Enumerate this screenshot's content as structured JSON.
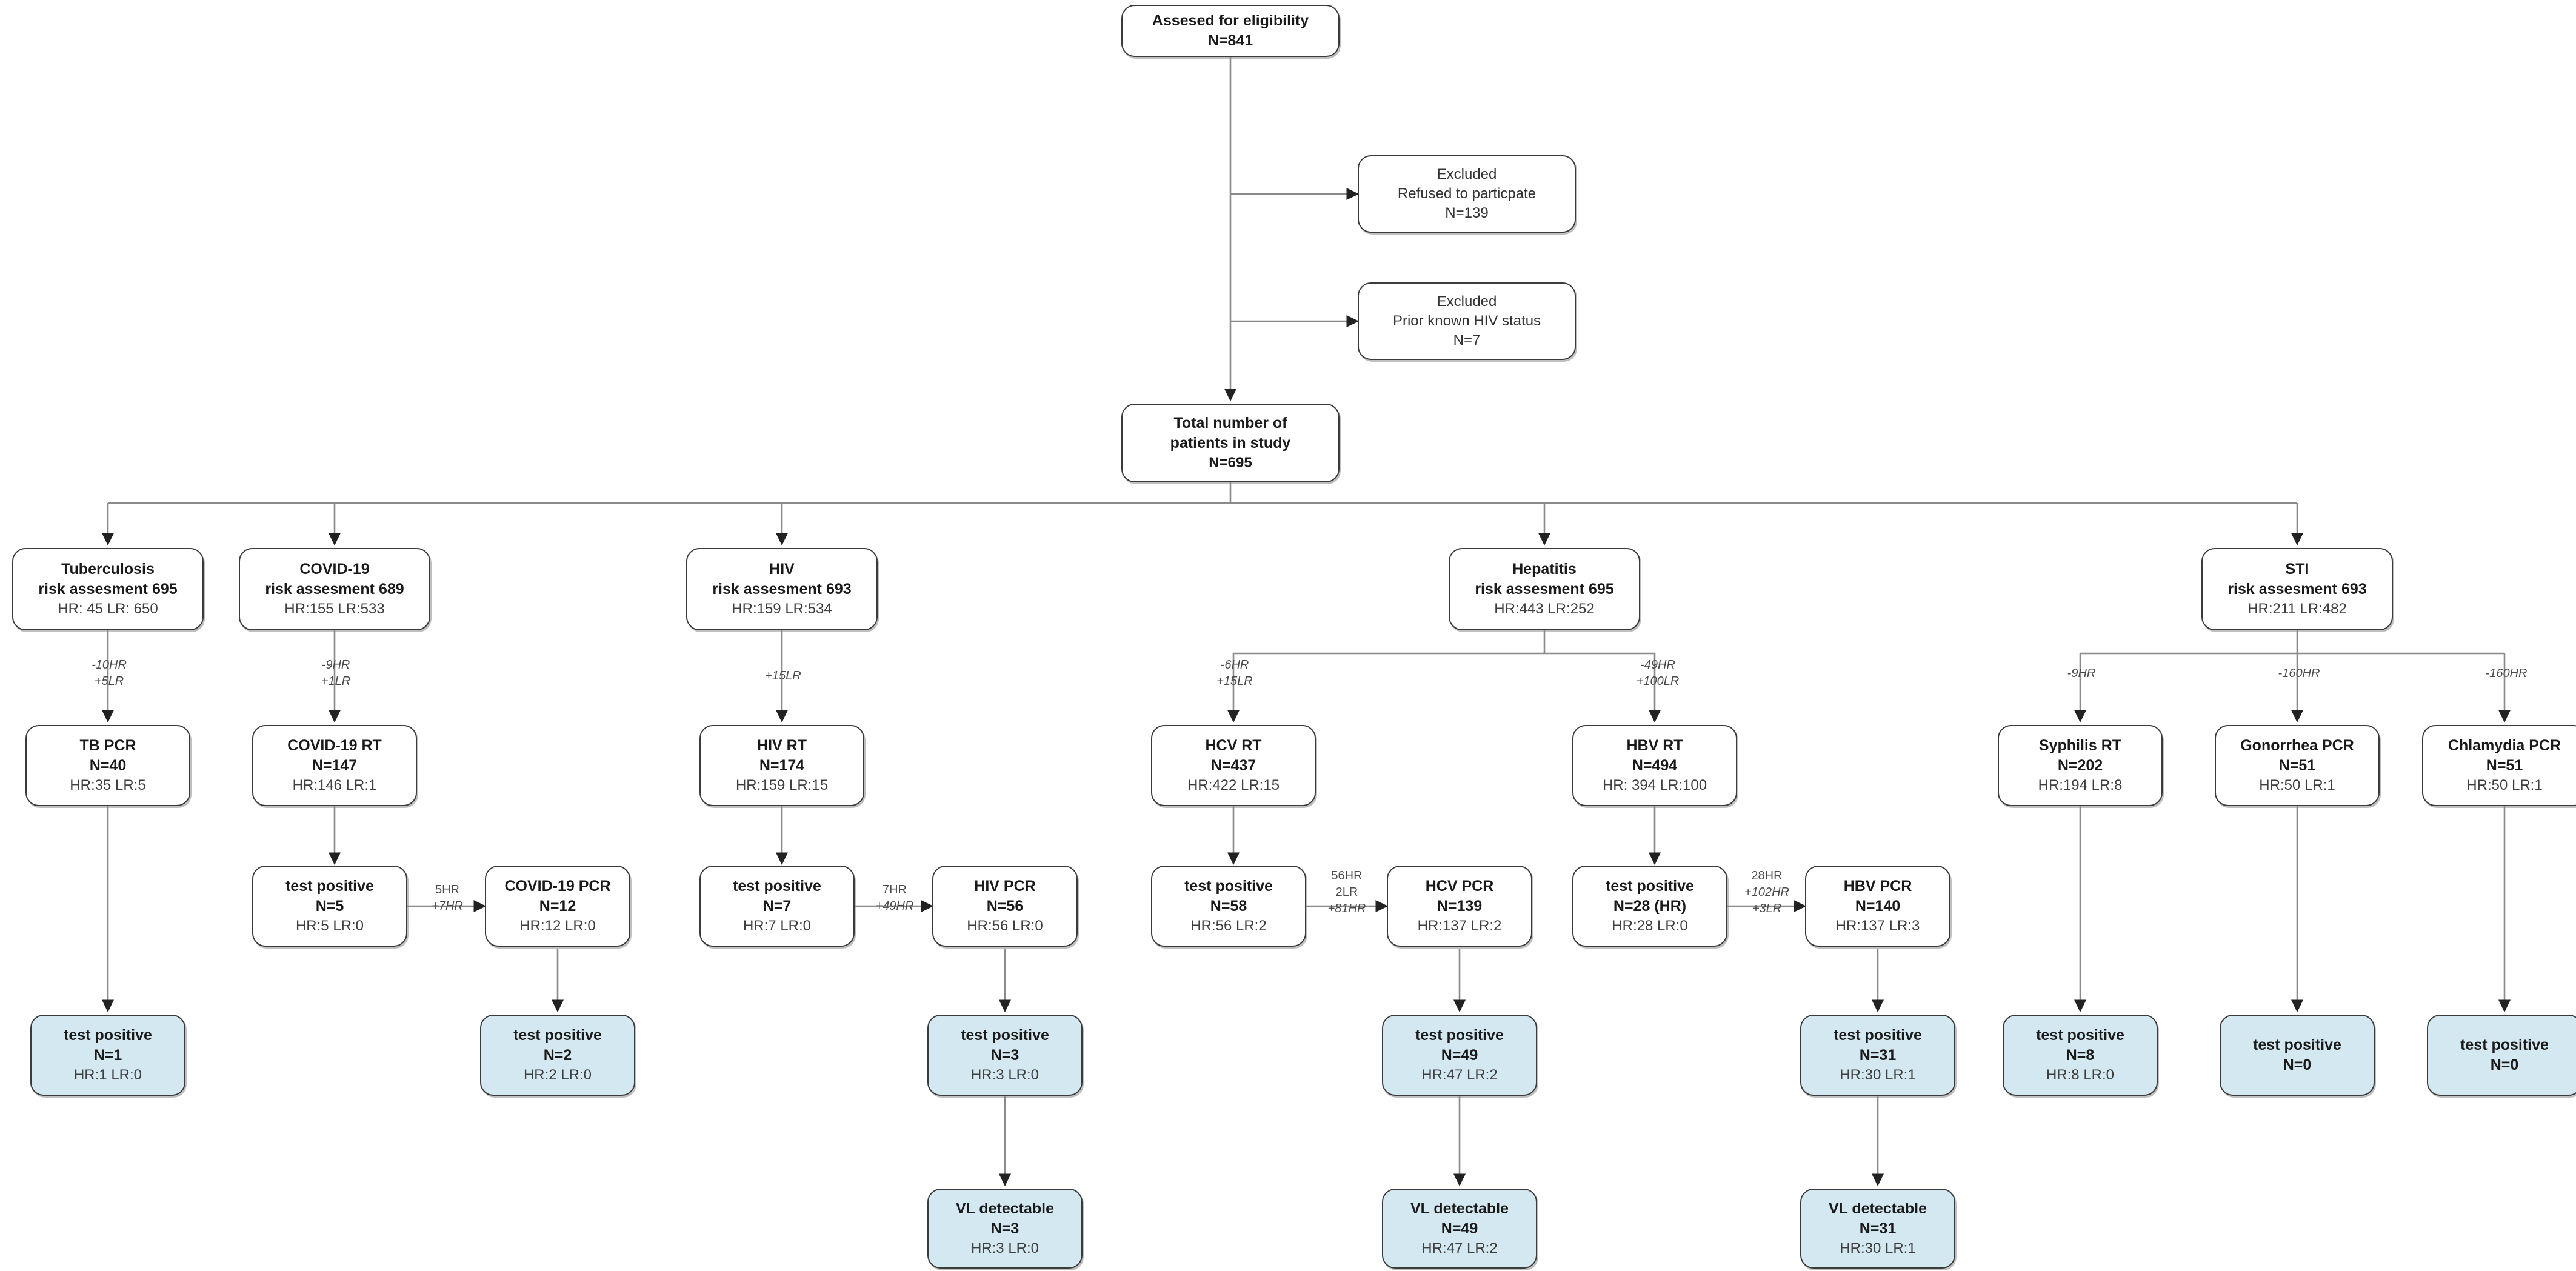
{
  "diagram": {
    "title": "Study flow diagram: infectious disease screening cascade",
    "colors": {
      "outcome_fill": "#d3e8f0",
      "node_border": "#3b3b3b",
      "edge": "#7a7a7a",
      "text": "#1a1a1a"
    },
    "nodes": {
      "assessed": {
        "l1": "Assesed for eligibility",
        "l2": "N=841",
        "l3": ""
      },
      "excluded_refused": {
        "l1": "Excluded",
        "l2": "Refused to particpate",
        "l3": "N=139"
      },
      "excluded_prior": {
        "l1": "Excluded",
        "l2": "Prior known HIV status",
        "l3": "N=7"
      },
      "total": {
        "l1": "Total number of",
        "l2": "patients in study",
        "l3": "N=695"
      },
      "tb_risk": {
        "l1": "Tuberculosis",
        "l2": "risk assesment 695",
        "l3": "HR: 45 LR: 650"
      },
      "covid_risk": {
        "l1": "COVID-19",
        "l2": "risk assesment 689",
        "l3": "HR:155 LR:533"
      },
      "hiv_risk": {
        "l1": "HIV",
        "l2": "risk assesment 693",
        "l3": "HR:159 LR:534"
      },
      "hep_risk": {
        "l1": "Hepatitis",
        "l2": "risk assesment 695",
        "l3": "HR:443 LR:252"
      },
      "sti_risk": {
        "l1": "STI",
        "l2": "risk assesment 693",
        "l3": "HR:211 LR:482"
      },
      "tb_pcr": {
        "l1": "TB PCR",
        "l2": "N=40",
        "l3": "HR:35 LR:5"
      },
      "covid_rt": {
        "l1": "COVID-19 RT",
        "l2": "N=147",
        "l3": "HR:146 LR:1"
      },
      "hiv_rt": {
        "l1": "HIV RT",
        "l2": "N=174",
        "l3": "HR:159 LR:15"
      },
      "hcv_rt": {
        "l1": "HCV RT",
        "l2": "N=437",
        "l3": "HR:422 LR:15"
      },
      "hbv_rt": {
        "l1": "HBV RT",
        "l2": "N=494",
        "l3": "HR: 394 LR:100"
      },
      "syphilis_rt": {
        "l1": "Syphilis RT",
        "l2": "N=202",
        "l3": "HR:194 LR:8"
      },
      "gonorrhea_pcr": {
        "l1": "Gonorrhea PCR",
        "l2": "N=51",
        "l3": "HR:50 LR:1"
      },
      "chlamydia_pcr": {
        "l1": "Chlamydia PCR",
        "l2": "N=51",
        "l3": "HR:50 LR:1"
      },
      "covid_tp": {
        "l1": "test positive",
        "l2": "N=5",
        "l3": "HR:5 LR:0"
      },
      "covid_pcr": {
        "l1": "COVID-19 PCR",
        "l2": "N=12",
        "l3": "HR:12 LR:0"
      },
      "hiv_tp": {
        "l1": "test positive",
        "l2": "N=7",
        "l3": "HR:7 LR:0"
      },
      "hiv_pcr": {
        "l1": "HIV PCR",
        "l2": "N=56",
        "l3": "HR:56 LR:0"
      },
      "hcv_tp": {
        "l1": "test positive",
        "l2": "N=58",
        "l3": "HR:56 LR:2"
      },
      "hcv_pcr": {
        "l1": "HCV PCR",
        "l2": "N=139",
        "l3": "HR:137 LR:2"
      },
      "hbv_tp": {
        "l1": "test positive",
        "l2": "N=28 (HR)",
        "l3": "HR:28 LR:0"
      },
      "hbv_pcr": {
        "l1": "HBV PCR",
        "l2": "N=140",
        "l3": "HR:137 LR:3"
      },
      "tb_out": {
        "l1": "test positive",
        "l2": "N=1",
        "l3": "HR:1 LR:0"
      },
      "covid_out": {
        "l1": "test positive",
        "l2": "N=2",
        "l3": "HR:2 LR:0"
      },
      "hiv_out": {
        "l1": "test positive",
        "l2": "N=3",
        "l3": "HR:3 LR:0"
      },
      "hcv_out": {
        "l1": "test positive",
        "l2": "N=49",
        "l3": "HR:47 LR:2"
      },
      "hbv_out": {
        "l1": "test positive",
        "l2": "N=31",
        "l3": "HR:30 LR:1"
      },
      "syphilis_out": {
        "l1": "test positive",
        "l2": "N=8",
        "l3": "HR:8 LR:0"
      },
      "gonorrhea_out": {
        "l1": "test positive",
        "l2": "N=0",
        "l3": ""
      },
      "chlamydia_out": {
        "l1": "test positive",
        "l2": "N=0",
        "l3": ""
      },
      "hiv_vl": {
        "l1": "VL detectable",
        "l2": "N=3",
        "l3": "HR:3 LR:0"
      },
      "hcv_vl": {
        "l1": "VL detectable",
        "l2": "N=49",
        "l3": "HR:47 LR:2"
      },
      "hbv_vl": {
        "l1": "VL detectable",
        "l2": "N=31",
        "l3": "HR:30 LR:1"
      }
    },
    "edge_labels": {
      "tb": {
        "a": "-10HR",
        "b": "+5LR",
        "c": ""
      },
      "covid": {
        "a": "-9HR",
        "b": "+1LR",
        "c": ""
      },
      "hiv": {
        "a": "+15LR",
        "b": "",
        "c": ""
      },
      "hcv": {
        "a": "-6HR",
        "b": "+15LR",
        "c": ""
      },
      "hbv": {
        "a": "-49HR",
        "b": "+100LR",
        "c": ""
      },
      "syphilis": {
        "a": "-9HR",
        "b": "",
        "c": ""
      },
      "gonorrhea": {
        "a": "-160HR",
        "b": "",
        "c": ""
      },
      "chlamydia": {
        "a": "-160HR",
        "b": "",
        "c": ""
      },
      "covid_h": {
        "a": "5HR",
        "b": "+7HR",
        "c": ""
      },
      "hiv_h": {
        "a": "7HR",
        "b": "+49HR",
        "c": ""
      },
      "hcv_h": {
        "a": "56HR",
        "b": "2LR",
        "c": "+81HR"
      },
      "hbv_h": {
        "a": "28HR",
        "b": "+102HR",
        "c": "+3LR"
      }
    }
  }
}
